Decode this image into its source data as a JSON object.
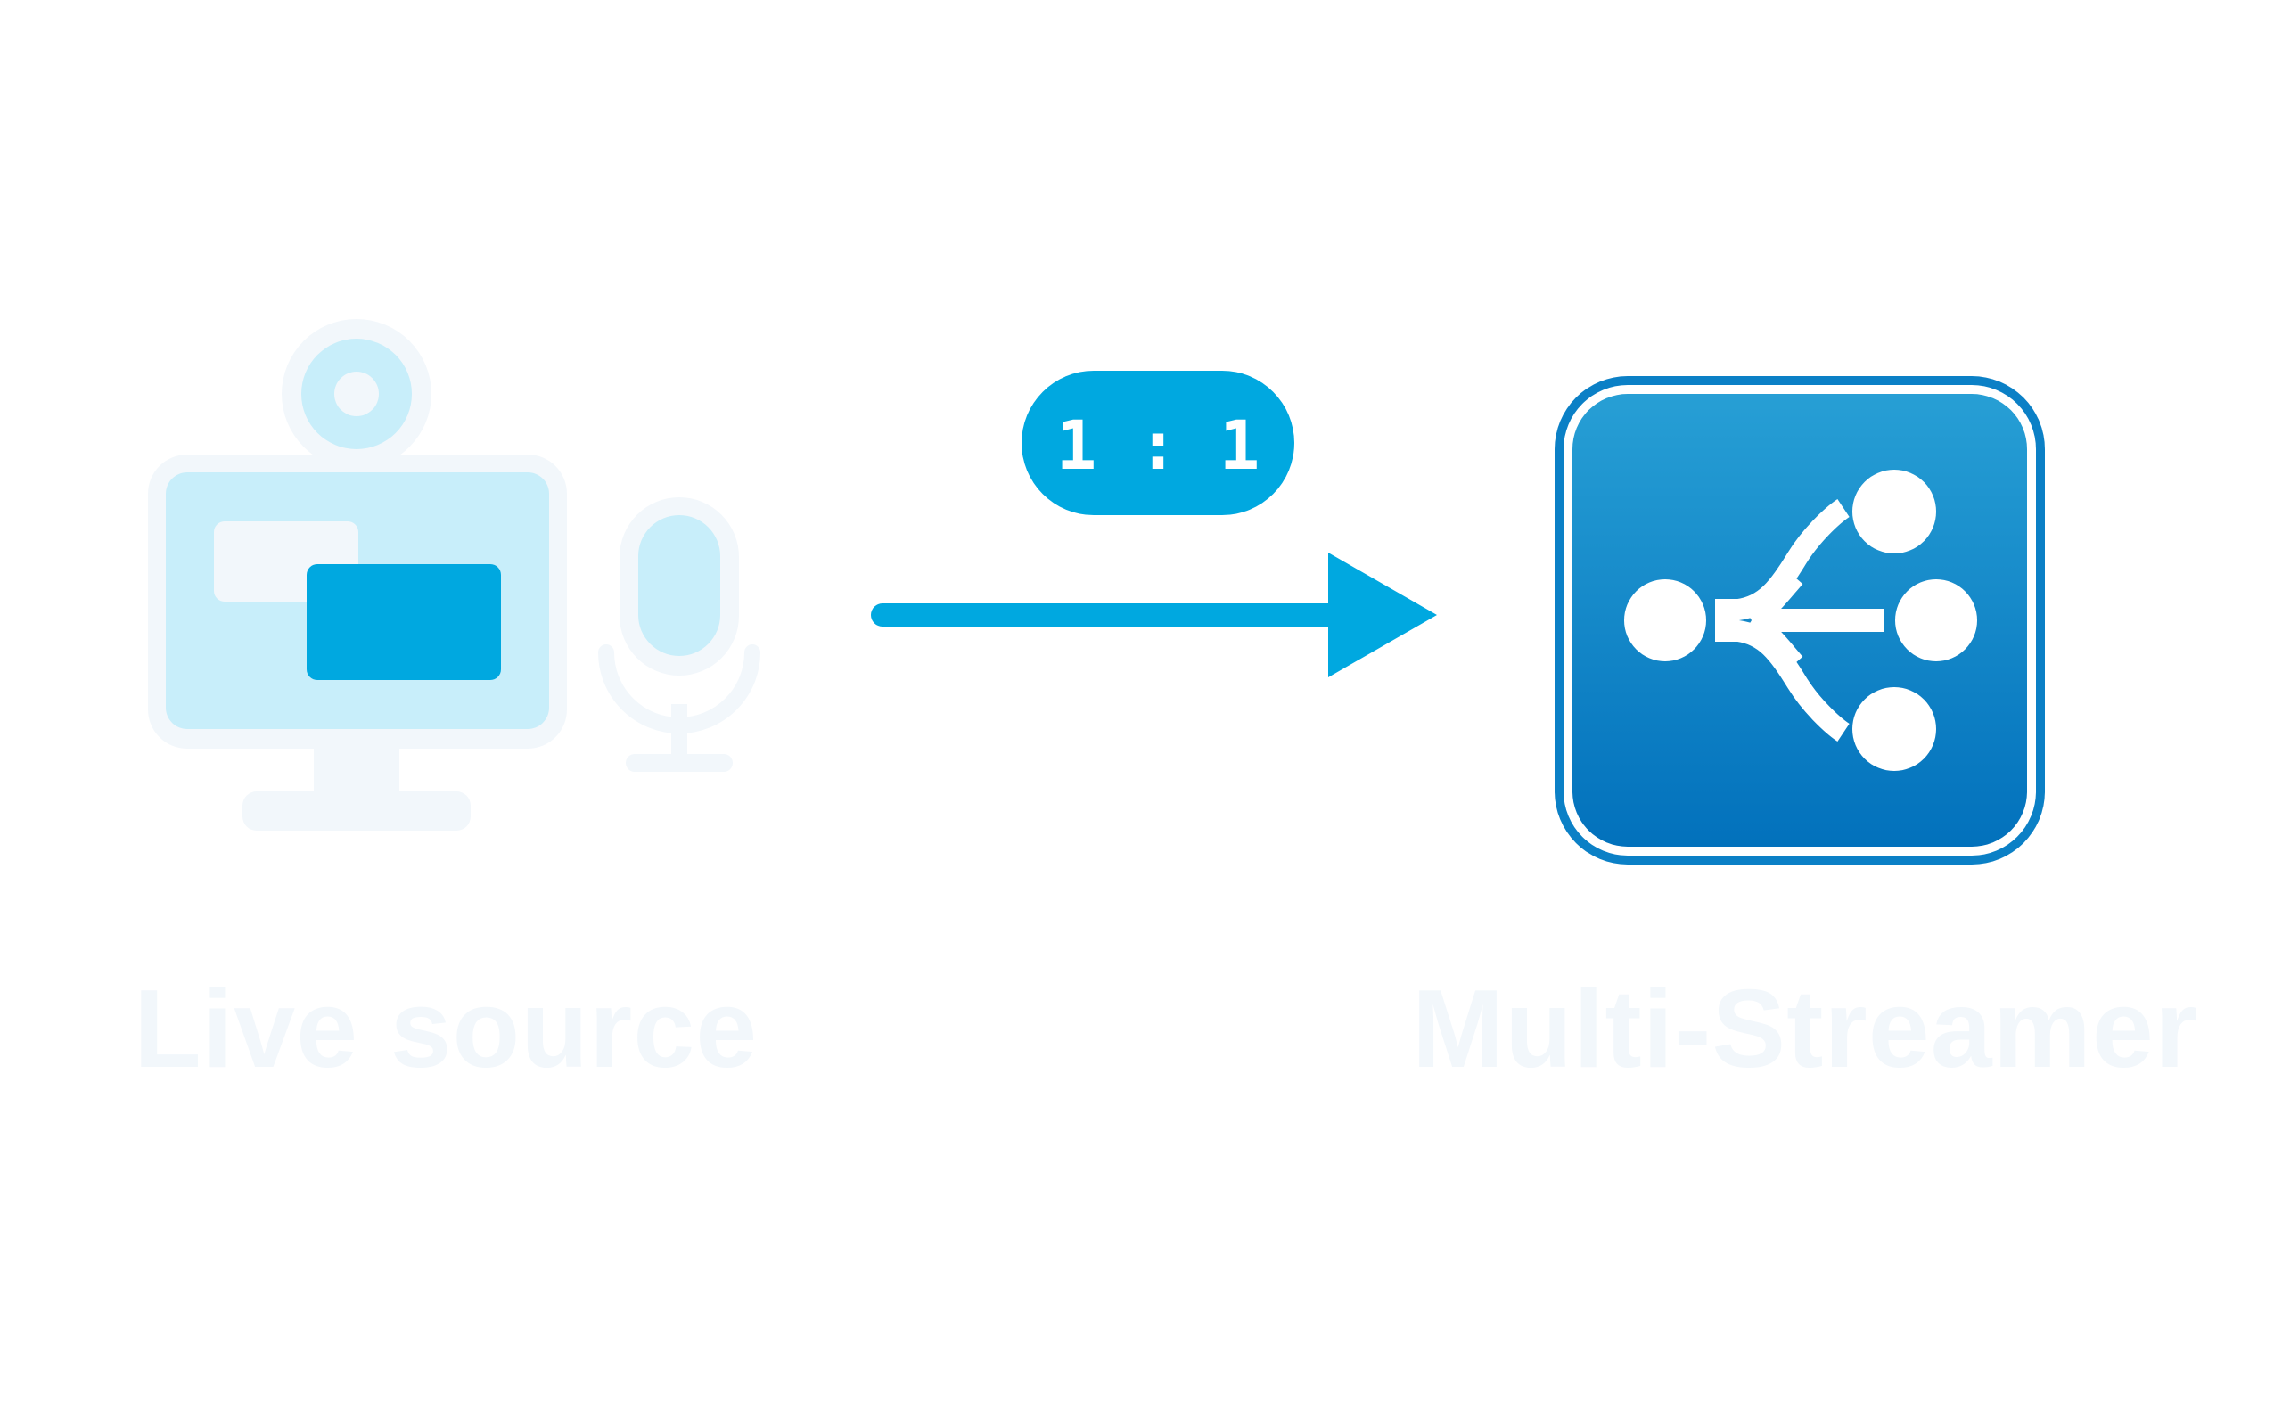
{
  "diagram": {
    "source": {
      "label": "Live source",
      "icons": [
        "webcam-icon",
        "monitor-icon",
        "microphone-icon"
      ]
    },
    "connection": {
      "ratio": "1 : 1",
      "direction": "source-to-target"
    },
    "target": {
      "label": "Multi-Streamer",
      "icon": "split-streams-icon"
    }
  },
  "colors": {
    "accent": "#00a8e0",
    "pale_blue": "#c8eefa",
    "off_white": "#f2f7fb",
    "target_gradient_top": "#279fd5",
    "target_gradient_bottom": "#0271bc",
    "target_border": "#0b80c6"
  }
}
